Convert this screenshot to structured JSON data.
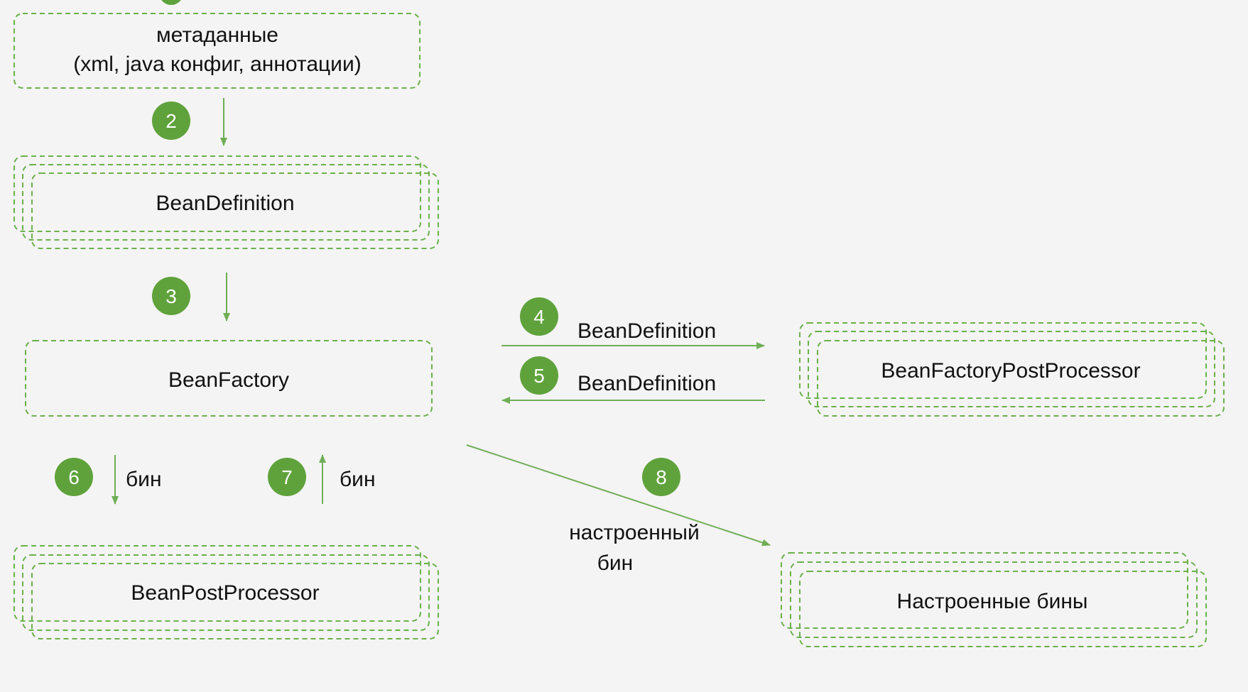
{
  "accent_color": "#5fa23c",
  "border_color": "#6ab04c",
  "background_color": "#f4f4f4",
  "nodes": {
    "metadata": {
      "line1": "метаданные",
      "line2": "(xml, java конфиг, аннотации)"
    },
    "bean_definition": {
      "label": "BeanDefinition"
    },
    "bean_factory": {
      "label": "BeanFactory"
    },
    "bean_factory_post_processor": {
      "label": "BeanFactoryPostProcessor"
    },
    "bean_post_processor": {
      "label": "BeanPostProcessor"
    },
    "configured_beans": {
      "label": "Настроенные бины"
    }
  },
  "steps": {
    "s2": {
      "number": "2"
    },
    "s3": {
      "number": "3"
    },
    "s4": {
      "number": "4",
      "label": "BeanDefinition"
    },
    "s5": {
      "number": "5",
      "label": "BeanDefinition"
    },
    "s6": {
      "number": "6",
      "label": "бин"
    },
    "s7": {
      "number": "7",
      "label": "бин"
    },
    "s8": {
      "number": "8",
      "line1": "настроенный",
      "line2": "бин"
    }
  }
}
